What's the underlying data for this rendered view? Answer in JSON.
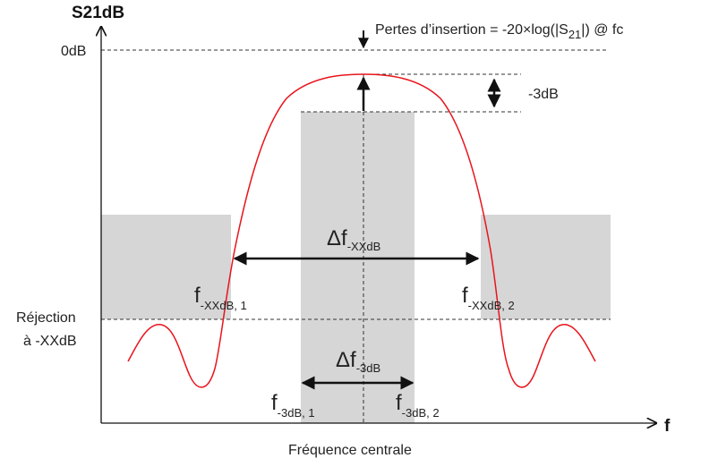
{
  "colors": {
    "response_curve": "#e8141c",
    "rejection_zone": "#d6d6d6",
    "ink": "#111111",
    "dashed": "#333333"
  },
  "labels": {
    "y_axis_title": "S21dB",
    "x_axis_title": "f",
    "zero_db": "0dB",
    "rejection_line1": "Réjection",
    "rejection_line2": "à -XXdB",
    "center_freq": "Fréquence centrale",
    "insertion_loss_pre": "Pertes d’insertion = -20×log(|S",
    "insertion_loss_sub": "21",
    "insertion_loss_post": "|) @ fc",
    "minus3db": "-3dB",
    "df_xx_main": "Δf",
    "df_xx_sub": "-XXdB",
    "df_3_main": "Δf",
    "df_3_sub": "-3dB",
    "f_xx1_main": "f",
    "f_xx1_sub": "-XXdB, 1",
    "f_xx2_main": "f",
    "f_xx2_sub": "-XXdB, 2",
    "f_31_main": "f",
    "f_31_sub": "-3dB, 1",
    "f_32_main": "f",
    "f_32_sub": "-3dB, 2"
  }
}
